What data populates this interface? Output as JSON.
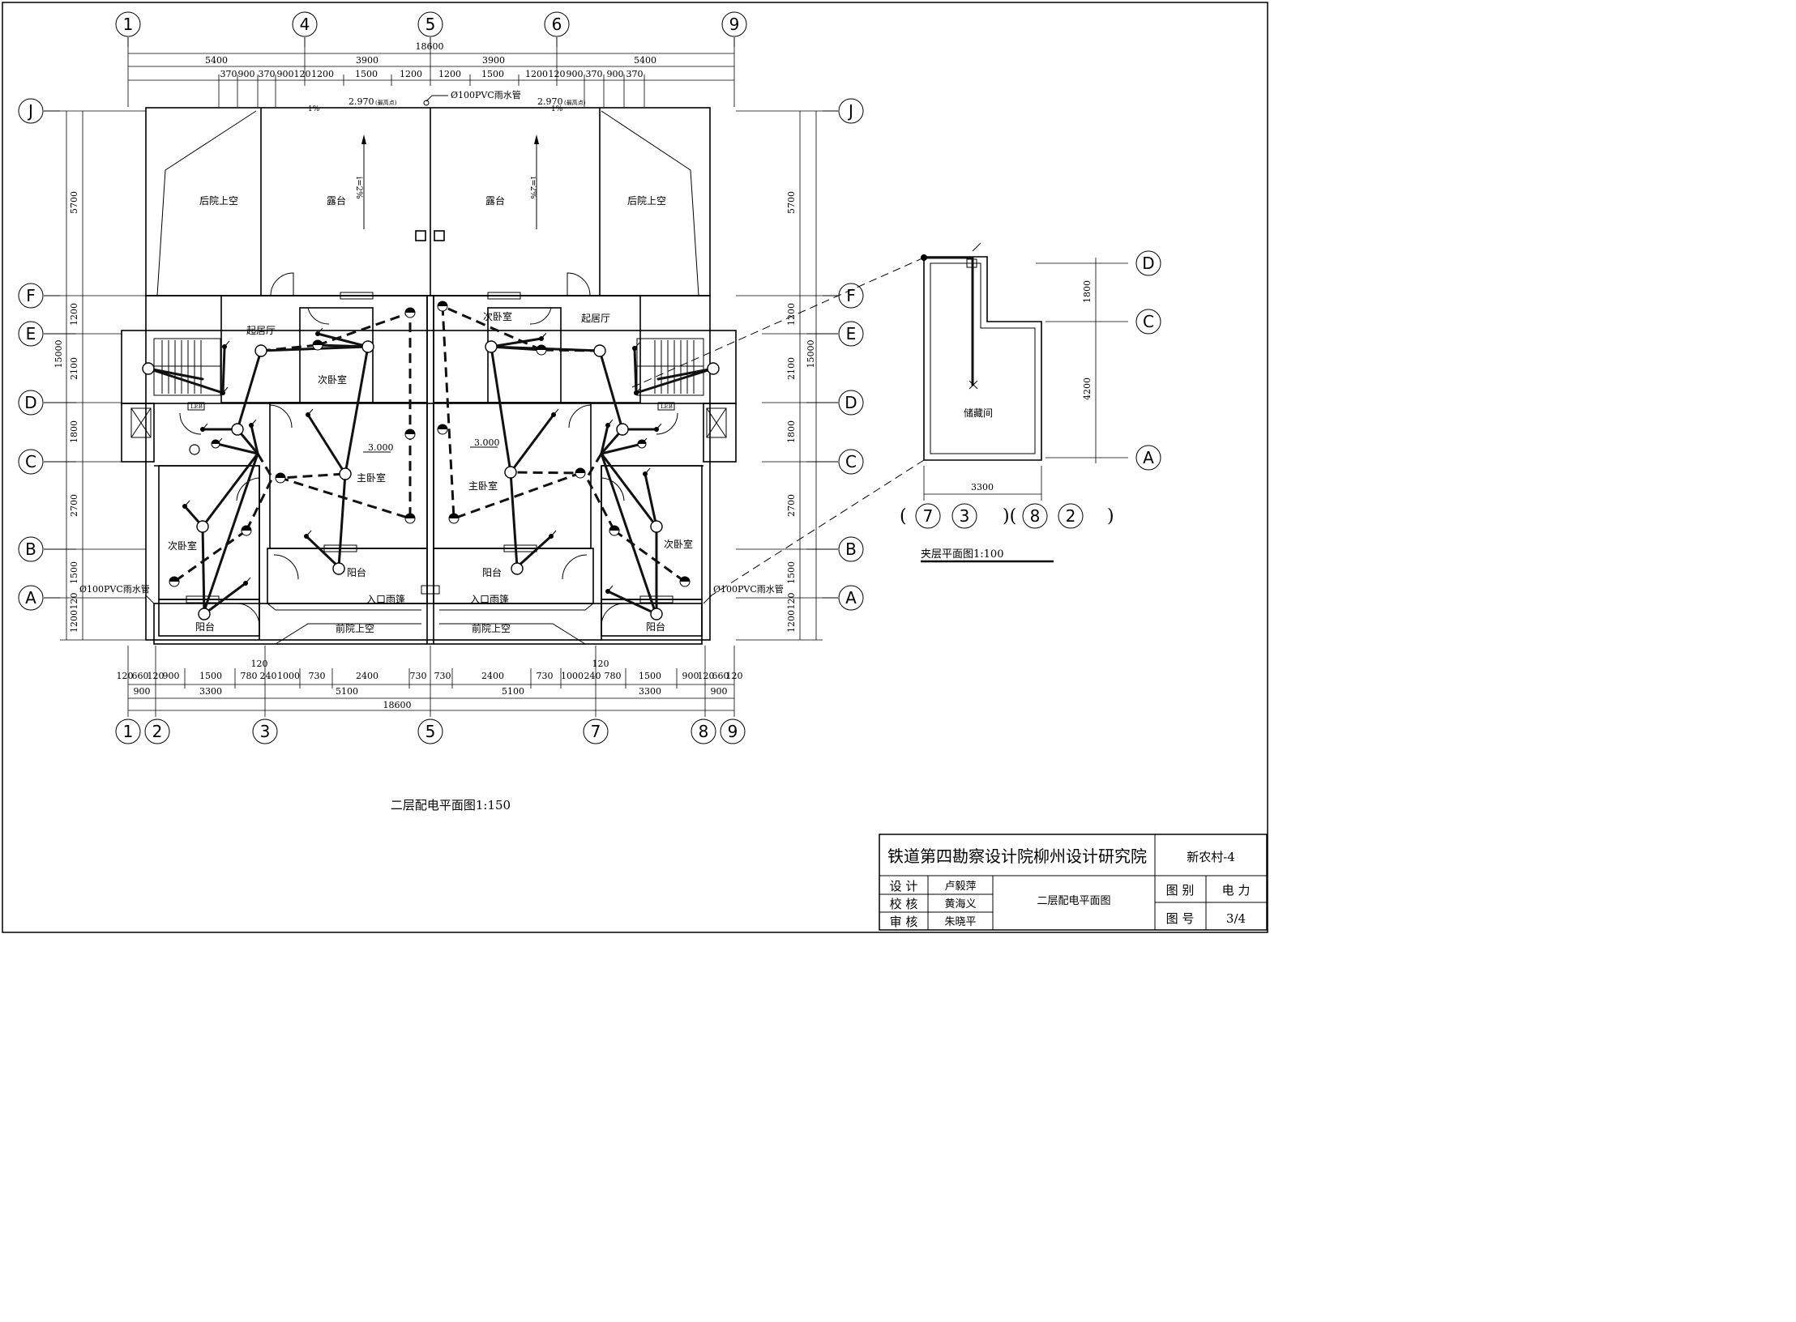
{
  "title_block": {
    "institute": "铁道第四勘察设计院柳州设计研究院",
    "project": "新农村-4",
    "drawing_name": "二层配电平面图",
    "roles": [
      {
        "role": "设 计",
        "person": "卢毅萍"
      },
      {
        "role": "校 核",
        "person": "黄海义"
      },
      {
        "role": "审 核",
        "person": "朱晓平"
      }
    ],
    "category_label": "图 别",
    "category_value": "电 力",
    "number_label": "图 号",
    "number_value": "3/4"
  },
  "main_plan": {
    "caption": "二层配电平面图1:150",
    "axes_top": [
      "1",
      "4",
      "5",
      "6",
      "9"
    ],
    "axes_bottom": [
      "1",
      "2",
      "3",
      "5",
      "7",
      "8",
      "9"
    ],
    "axes_rows": [
      "J",
      "F",
      "E",
      "D",
      "C",
      "B",
      "A"
    ],
    "dims_top_total": "18600",
    "dims_top_row1": [
      "5400",
      "3900",
      "3900",
      "5400"
    ],
    "dims_top_row2": [
      "370",
      "900",
      "370",
      "900",
      "120",
      "1200",
      "1500",
      "1200",
      "1200",
      "1500",
      "1200",
      "120",
      "900",
      "370",
      "900",
      "370"
    ],
    "dims_bottom_row1": [
      "120",
      "660",
      "120",
      "900",
      "1500",
      "780",
      "240",
      "1000",
      "730",
      "2400",
      "730",
      "730",
      "2400",
      "730",
      "1000",
      "240",
      "780",
      "1500",
      "900",
      "120",
      "660",
      "120"
    ],
    "dims_bottom_120": "120",
    "dims_bottom_row2": [
      "900",
      "3300",
      "5100",
      "5100",
      "3300",
      "900"
    ],
    "dims_bottom_total": "18600",
    "dims_side_rows": [
      "5700",
      "1200",
      "2100",
      "1800",
      "2700",
      "1500",
      "120",
      "1200"
    ],
    "dims_side_total": "15000",
    "rooms": {
      "back_yard_void": "后院上空",
      "terrace": "露台",
      "living": "起居厅",
      "second_bedroom": "次卧室",
      "master_bedroom": "主卧室",
      "balcony": "阳台",
      "entrance_canopy": "入口雨篷",
      "front_yard_void": "前院上空"
    },
    "annotations": {
      "rain_pipe": "Ø100PVC雨水管",
      "level_top": "2.970",
      "highest_point": "(最高点)",
      "slope": "i=2%",
      "slope_small": "1%",
      "floor_level": "3.000",
      "leb": "LEB"
    }
  },
  "mezzanine": {
    "caption": "夹层平面图1:100",
    "room": "储藏间",
    "axes_rows": [
      "D",
      "C",
      "A"
    ],
    "axes_cols": [
      "7",
      "3",
      "8",
      "2"
    ],
    "dims_side": [
      "1800",
      "4200"
    ],
    "dim_bottom": "3300"
  },
  "colors": {
    "line": "#000000",
    "background": "#ffffff"
  }
}
